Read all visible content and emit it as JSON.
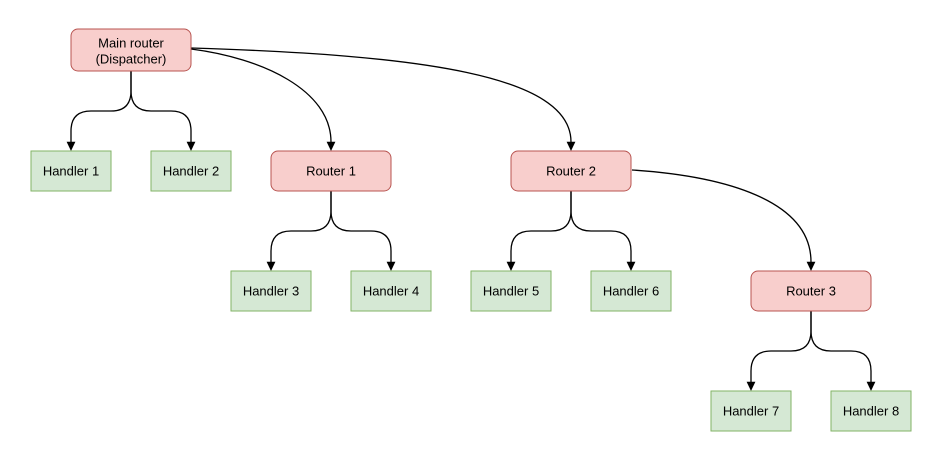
{
  "diagram": {
    "type": "flowchart-tree",
    "background": "#ffffff",
    "colors": {
      "router_fill": "#f8cecc",
      "router_stroke": "#b85450",
      "handler_fill": "#d5e8d4",
      "handler_stroke": "#82b366",
      "edge_stroke": "#000000",
      "text": "#000000"
    },
    "nodes": {
      "main_router": {
        "label": "Main router (Dispatcher)",
        "line1": "Main router",
        "line2": "(Dispatcher)",
        "kind": "router"
      },
      "handler1": {
        "label": "Handler 1",
        "kind": "handler"
      },
      "handler2": {
        "label": "Handler 2",
        "kind": "handler"
      },
      "router1": {
        "label": "Router 1",
        "kind": "router"
      },
      "router2": {
        "label": "Router 2",
        "kind": "router"
      },
      "handler3": {
        "label": "Handler 3",
        "kind": "handler"
      },
      "handler4": {
        "label": "Handler 4",
        "kind": "handler"
      },
      "handler5": {
        "label": "Handler 5",
        "kind": "handler"
      },
      "handler6": {
        "label": "Handler 6",
        "kind": "handler"
      },
      "router3": {
        "label": "Router 3",
        "kind": "router"
      },
      "handler7": {
        "label": "Handler 7",
        "kind": "handler"
      },
      "handler8": {
        "label": "Handler 8",
        "kind": "handler"
      }
    },
    "edges": [
      {
        "from": "Main router (Dispatcher)",
        "to": "Handler 1"
      },
      {
        "from": "Main router (Dispatcher)",
        "to": "Handler 2"
      },
      {
        "from": "Main router (Dispatcher)",
        "to": "Router 1"
      },
      {
        "from": "Main router (Dispatcher)",
        "to": "Router 2"
      },
      {
        "from": "Router 1",
        "to": "Handler 3"
      },
      {
        "from": "Router 1",
        "to": "Handler 4"
      },
      {
        "from": "Router 2",
        "to": "Handler 5"
      },
      {
        "from": "Router 2",
        "to": "Handler 6"
      },
      {
        "from": "Router 2",
        "to": "Router 3"
      },
      {
        "from": "Router 3",
        "to": "Handler 7"
      },
      {
        "from": "Router 3",
        "to": "Handler 8"
      }
    ]
  }
}
